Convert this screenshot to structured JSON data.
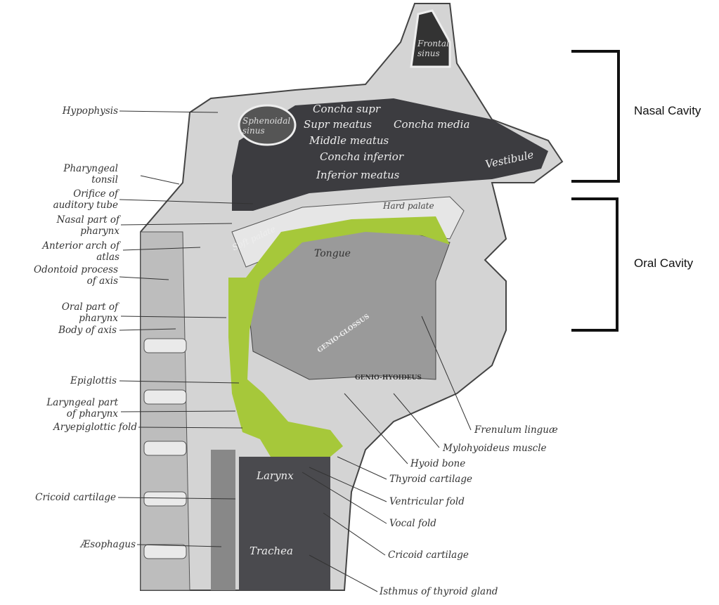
{
  "colors": {
    "highlight": "#a6c83a",
    "cavity": "#3c3c40",
    "tissue": "#c8c8c8"
  },
  "regions": {
    "nasal": "Nasal Cavity",
    "oral": "Oral Cavity"
  },
  "left_labels": [
    {
      "l1": "Hypophysis",
      "l2": ""
    },
    {
      "l1": "Pharyngeal",
      "l2": "tonsil"
    },
    {
      "l1": "Orifice of",
      "l2": "auditory tube"
    },
    {
      "l1": "Nasal part of",
      "l2": "pharynx"
    },
    {
      "l1": "Anterior arch of",
      "l2": "atlas"
    },
    {
      "l1": "Odontoid process",
      "l2": "of axis"
    },
    {
      "l1": "Oral part of",
      "l2": "pharynx"
    },
    {
      "l1": "Body of axis",
      "l2": ""
    },
    {
      "l1": "Epiglottis",
      "l2": ""
    },
    {
      "l1": "Laryngeal part",
      "l2": "of pharynx"
    },
    {
      "l1": "Aryepiglottic fold",
      "l2": ""
    },
    {
      "l1": "Cricoid cartilage",
      "l2": ""
    },
    {
      "l1": "Æsophagus",
      "l2": ""
    }
  ],
  "right_labels": [
    "Frenulum linguæ",
    "Mylohyoideus muscle",
    "Hyoid bone",
    "Thyroid cartilage",
    "Ventricular fold",
    "Vocal fold",
    "Cricoid cartilage",
    "Isthmus of thyroid gland"
  ],
  "inner_labels": {
    "frontal": "Frontal",
    "frontal2": "sinus",
    "sphenoidal": "Sphenoidal",
    "sphenoidal2": "sinus",
    "concha_supr": "Concha supr",
    "supr_meatus": "Supr meatus",
    "concha_media": "Concha media",
    "middle_meatus": "Middle meatus",
    "concha_inferior": "Concha inferior",
    "inferior_meatus": "Inferior meatus",
    "hard_palate": "Hard palate",
    "soft_palate": "Soft palate",
    "tongue": "Tongue",
    "genioglossus": "GENIO-GLOSSUS",
    "geniohyoideus": "GENIO-HYOIDEUS",
    "vestibule": "Vestibule",
    "larynx": "Larynx",
    "trachea": "Trachea"
  }
}
